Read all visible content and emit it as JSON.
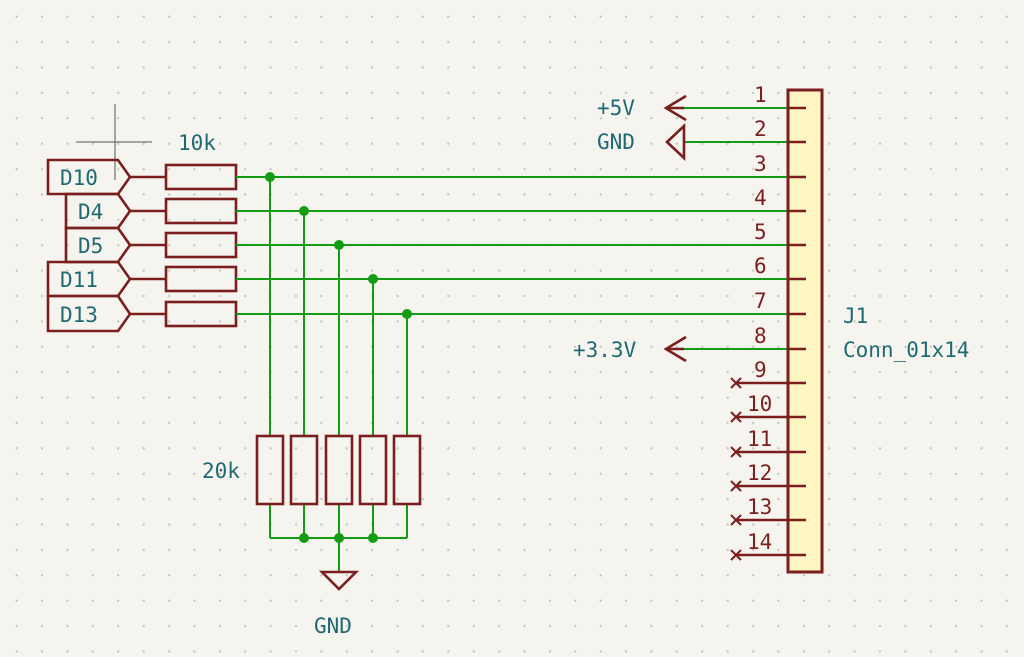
{
  "resistor_top_value": "10k",
  "resistor_bottom_value": "20k",
  "inputs": [
    "D10",
    "D4",
    "D5",
    "D11",
    "D13"
  ],
  "connector": {
    "ref": "J1",
    "value": "Conn_01x14",
    "pins": [
      "1",
      "2",
      "3",
      "4",
      "5",
      "6",
      "7",
      "8",
      "9",
      "10",
      "11",
      "12",
      "13",
      "14"
    ]
  },
  "power": {
    "plus5": "+5V",
    "gnd_top": "GND",
    "plus33": "+3.3V",
    "gnd_bottom": "GND"
  }
}
